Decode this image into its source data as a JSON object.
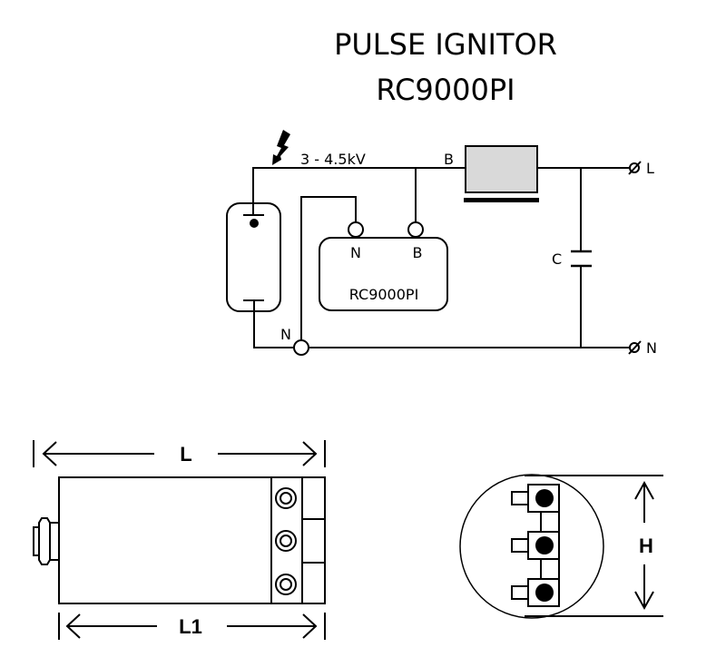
{
  "title": {
    "line1": "PULSE IGNITOR",
    "line2": "RC9000PI"
  },
  "schematic": {
    "voltage_label": "3 - 4.5kV",
    "ballast_terminal_label": "B",
    "ignitor": {
      "name": "RC9000PI",
      "terminal_n": "N",
      "terminal_b": "B"
    },
    "capacitor_label": "C",
    "neutral_junction_label": "N",
    "terminals": {
      "line": {
        "symbol": "Ø",
        "label": "L"
      },
      "neutral": {
        "symbol": "Ø",
        "label": "N"
      }
    },
    "ballast_fill_color": "#d9d9d9"
  },
  "dimensions": {
    "length_label": "L",
    "length1_label": "L1",
    "height_label": "H"
  }
}
